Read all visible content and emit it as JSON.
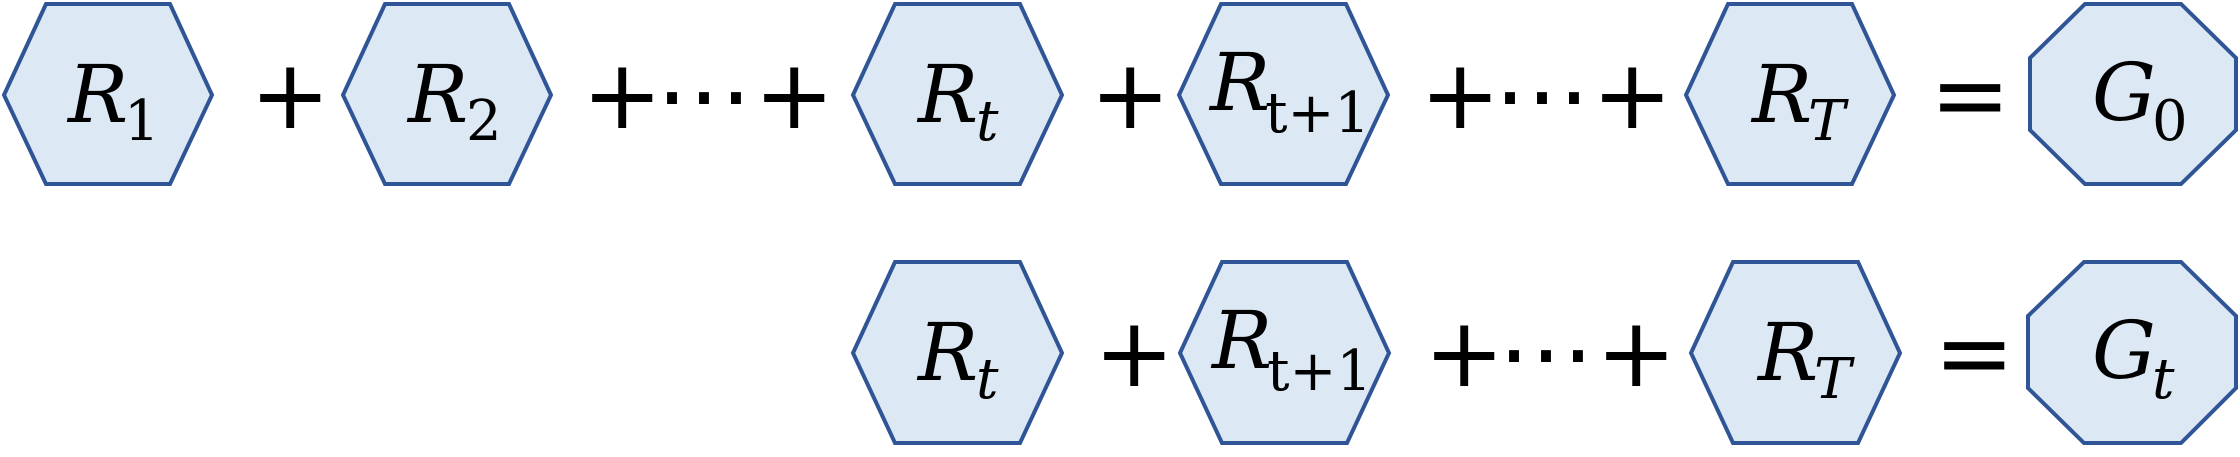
{
  "rows": [
    {
      "terms": [
        {
          "var": "R",
          "sub": "1"
        },
        {
          "var": "R",
          "sub": "2"
        },
        {
          "var": "R",
          "sub": "t"
        },
        {
          "var": "R",
          "sub": "t+1"
        },
        {
          "var": "R",
          "sub": "T"
        }
      ],
      "operators": [
        "+",
        "+",
        "⋯",
        "+",
        "+",
        "+",
        "⋯",
        "+",
        "="
      ],
      "result": {
        "var": "G",
        "sub": "0"
      }
    },
    {
      "terms": [
        {
          "var": "R",
          "sub": "t"
        },
        {
          "var": "R",
          "sub": "t+1"
        },
        {
          "var": "R",
          "sub": "T"
        }
      ],
      "operators": [
        "+",
        "+",
        "⋯",
        "+",
        "="
      ],
      "result": {
        "var": "G",
        "sub": "t"
      }
    }
  ],
  "colors": {
    "fill": "#dde8f5",
    "stroke": "#2f5597"
  }
}
